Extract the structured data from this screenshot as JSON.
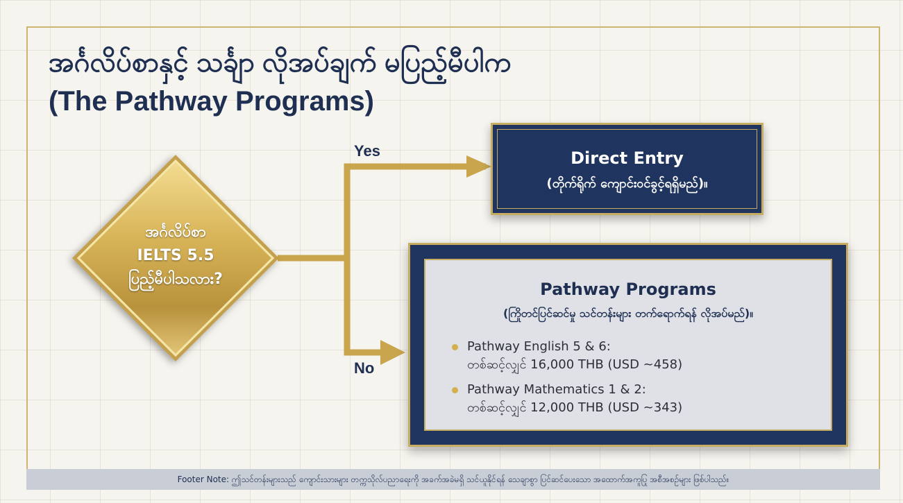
{
  "title": {
    "line1": "အင်္ဂလိပ်စာနှင့် သင်္ချာ လိုအပ်ချက် မပြည့်မီပါက",
    "line2": "(The Pathway Programs)"
  },
  "decision": {
    "line1": "အင်္ဂလိပ်စာ",
    "line2": "IELTS 5.5",
    "line3": "ပြည့်မီပါသလား?"
  },
  "branches": {
    "yes": "Yes",
    "no": "No"
  },
  "direct_entry": {
    "title": "Direct Entry",
    "subtitle": "(တိုက်ရိုက် ကျောင်းဝင်ခွင့်ရရှိမည်)။"
  },
  "pathway": {
    "title": "Pathway Programs",
    "subtitle": "(ကြိုတင်ပြင်ဆင်မှု သင်တန်းများ တက်ရောက်ရန် လိုအပ်မည်)။",
    "items": [
      {
        "name": "Pathway English 5 & 6:",
        "price": "တစ်ဆင့်လျှင် 16,000 THB (USD ~458)"
      },
      {
        "name": "Pathway Mathematics 1 & 2:",
        "price": "တစ်ဆင့်လျှင် 12,000 THB (USD ~343)"
      }
    ]
  },
  "footer": "Footer Note: ဤသင်တန်းများသည် ကျောင်းသားများ တက္ကသိုလ်ပညာရေးကို အခက်အခဲမရှိ သင်ယူနိုင်ရန် သေချာစွာ ပြင်ဆင်ပေးသော အထောက်အကူပြု အစီအစဉ်များ ဖြစ်ပါသည်။",
  "colors": {
    "navy": "#1f3560",
    "gold": "#c7ad62",
    "panel": "#dfe1e6"
  }
}
